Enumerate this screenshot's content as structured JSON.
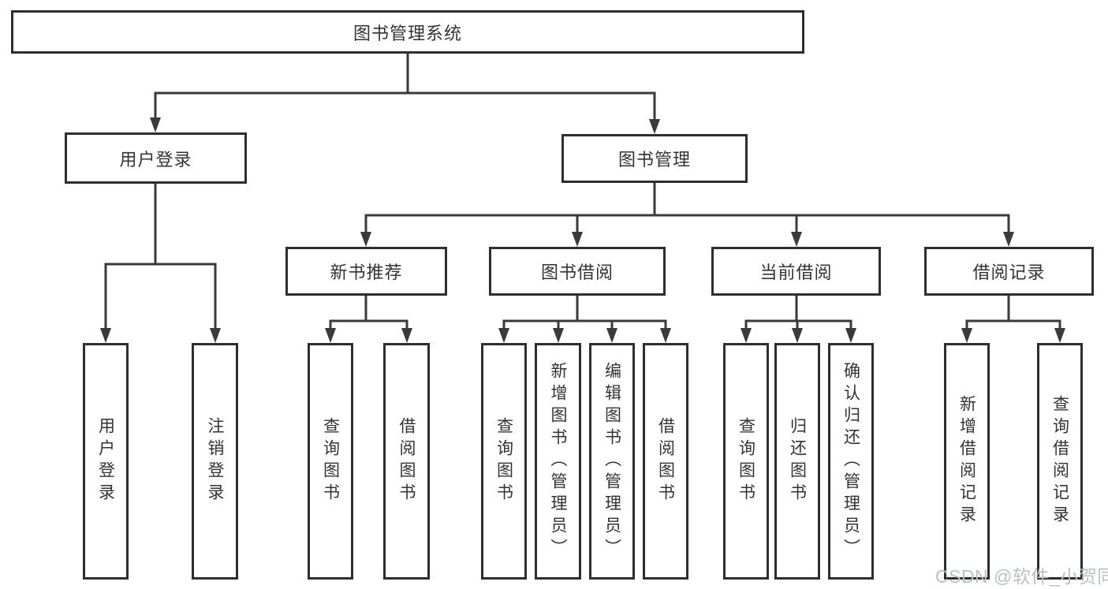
{
  "root": {
    "label": "图书管理系统"
  },
  "level2": {
    "user_login": {
      "label": "用户登录"
    },
    "book_management": {
      "label": "图书管理"
    }
  },
  "level3": {
    "new_book_recommend": {
      "label": "新书推荐"
    },
    "book_borrow": {
      "label": "图书借阅"
    },
    "current_borrow": {
      "label": "当前借阅"
    },
    "borrow_records": {
      "label": "借阅记录"
    }
  },
  "leaves": {
    "user_login": {
      "label": "用户登录"
    },
    "logout": {
      "label": "注销登录"
    },
    "rec_query_books": {
      "label": "查询图书"
    },
    "rec_borrow_books": {
      "label": "借阅图书"
    },
    "bb_query_books": {
      "label": "查询图书"
    },
    "bb_add_books_admin": {
      "label": "新增图书（管理员）"
    },
    "bb_edit_books_admin": {
      "label": "编辑图书（管理员）"
    },
    "bb_borrow_books": {
      "label": "借阅图书"
    },
    "cb_query_books": {
      "label": "查询图书"
    },
    "cb_return_books": {
      "label": "归还图书"
    },
    "cb_confirm_return_admin": {
      "label": "确认归还（管理员）"
    },
    "br_add_record": {
      "label": "新增借阅记录"
    },
    "br_query_record": {
      "label": "查询借阅记录"
    }
  },
  "watermark": {
    "label": "CSDN @软件_小贺同学"
  },
  "colors": {
    "background": "#ffffff",
    "border": "#2e2e2e",
    "line": "#3a3a3a",
    "text": "#333333",
    "watermark": "#bcc0c6"
  }
}
